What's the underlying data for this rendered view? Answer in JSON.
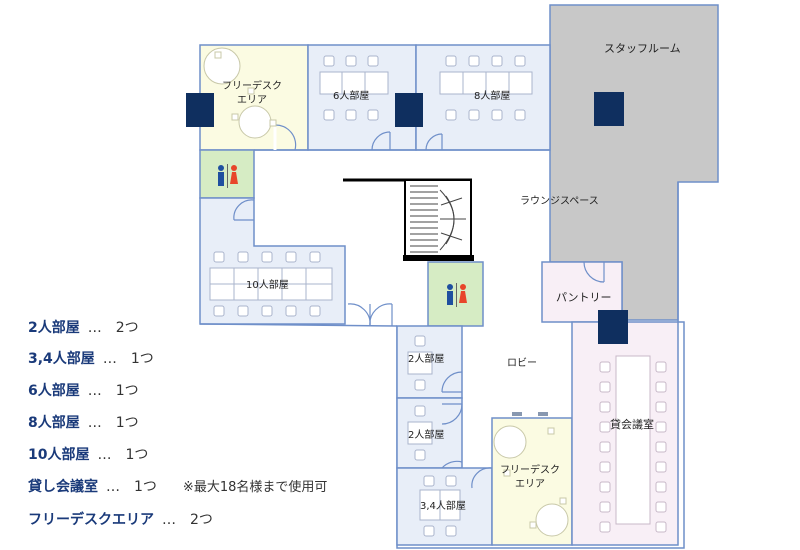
{
  "rooms": {
    "staff_room": "スタッフルーム",
    "free_desk_1": [
      "フリーデスク",
      "エリア"
    ],
    "room_6": "6人部屋",
    "room_8": "8人部屋",
    "lounge": "ラウンジスペース",
    "room_10": "10人部屋",
    "pantry": "パントリー",
    "lobby": "ロビー",
    "room_2a": "2人部屋",
    "room_2b": "2人部屋",
    "rental_meeting": "貸会議室",
    "free_desk_2": [
      "フリーデスク",
      "エリア"
    ],
    "room_34": "3,4人部屋"
  },
  "legend": [
    {
      "name": "2人部屋",
      "dots": "…",
      "count": "2つ",
      "note": ""
    },
    {
      "name": "3,4人部屋",
      "dots": "…",
      "count": "1つ",
      "note": ""
    },
    {
      "name": "6人部屋",
      "dots": "…",
      "count": "1つ",
      "note": ""
    },
    {
      "name": "8人部屋",
      "dots": "…",
      "count": "1つ",
      "note": ""
    },
    {
      "name": "10人部屋",
      "dots": "…",
      "count": "1つ",
      "note": ""
    },
    {
      "name": "貸し会議室",
      "dots": "…",
      "count": "1つ",
      "note": "※最大18名様まで使用可"
    },
    {
      "name": "フリーデスクエリア",
      "dots": "…",
      "count": "2つ",
      "note": ""
    }
  ],
  "colors": {
    "pillar": "#0f2f5f",
    "staff": "#c8c8c8",
    "room_blue": "#e8eef8",
    "free_desk": "#fbfbe2",
    "toilet": "#d6ecc4",
    "meeting": "#f8eff6",
    "wall": "#6f8fc9",
    "legend_text": "#1a3a7a"
  },
  "icons": {
    "toilet": "restroom-icon",
    "stairs": "staircase-icon",
    "pillar": "pillar-block"
  }
}
